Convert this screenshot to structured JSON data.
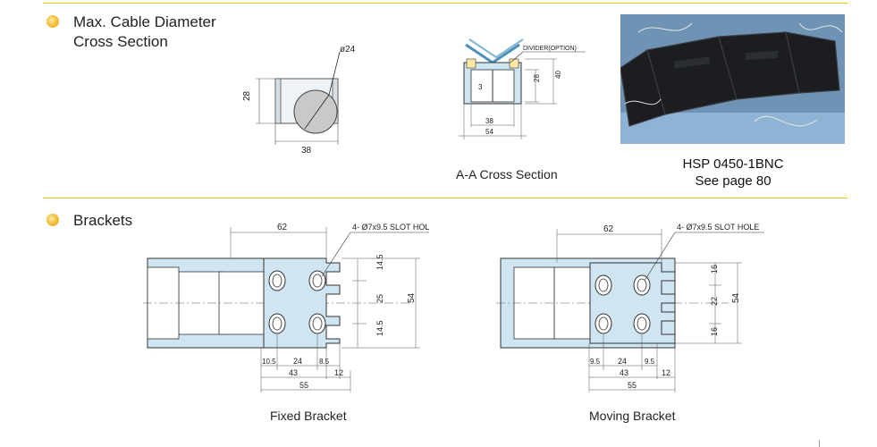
{
  "section1": {
    "title_line1": "Max. Cable Diameter",
    "title_line2": "Cross Section"
  },
  "cable_diagram": {
    "diameter": "ø24",
    "height": "28",
    "width": "38"
  },
  "aa_section": {
    "caption": "A-A Cross Section",
    "divider": "DIVIDER(OPTION)",
    "d3": "3",
    "d28": "28",
    "d40": "40",
    "d38": "38",
    "d54": "54"
  },
  "product": {
    "model": "HSP 0450-1BNC",
    "see_page": "See page 80"
  },
  "section2": {
    "title": "Brackets"
  },
  "fixed_bracket": {
    "caption": "Fixed Bracket",
    "slot": "4-  Ø7x9.5 SLOT HOLE",
    "d62": "62",
    "d145a": "14.5",
    "d25": "25",
    "d145b": "14.5",
    "d54": "54",
    "d105": "10.5",
    "d24": "24",
    "d85": "8.5",
    "d43": "43",
    "d12": "12",
    "d55": "55"
  },
  "moving_bracket": {
    "caption": "Moving Bracket",
    "slot": "4-  Ø7x9.5 SLOT HOLE",
    "d62": "62",
    "d16a": "16",
    "d22": "22",
    "d16b": "16",
    "d54": "54",
    "d95a": "9.5",
    "d24": "24",
    "d95b": "9.5",
    "d43": "43",
    "d12": "12",
    "d55": "55"
  }
}
